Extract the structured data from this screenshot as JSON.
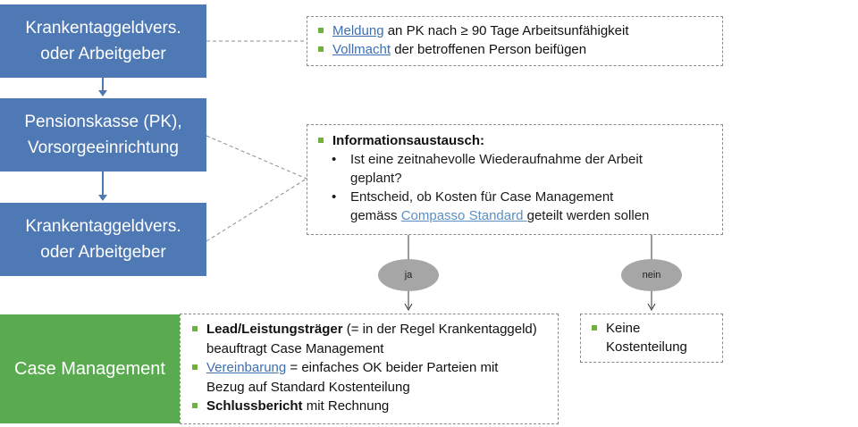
{
  "boxes": {
    "insurer_top": [
      "Krankentaggeldvers.",
      "oder Arbeitgeber"
    ],
    "pension_fund": [
      "Pensionskasse (PK),",
      "Vorsorgeeinrichtung"
    ],
    "insurer_bottom": [
      "Krankentaggeldvers.",
      "oder Arbeitgeber"
    ],
    "case_management": "Case Management"
  },
  "note_top": {
    "item1": {
      "link": "Meldung",
      "rest": " an PK nach ≥ 90 Tage Arbeitsunfähigkeit"
    },
    "item2": {
      "link": "Vollmacht",
      "rest": " der betroffenen Person beifügen"
    }
  },
  "note_info": {
    "heading": "Informationsaustausch:",
    "bullet_glyph": "•",
    "q1_line1": "Ist eine zeitnahevolle Wiederaufnahme der Arbeit",
    "q1_line2": "geplant?",
    "q2_line1": "Entscheid, ob Kosten für Case Management",
    "q2_pre": "gemäss ",
    "q2_link": "Compasso Standard ",
    "q2_post": "geteilt werden sollen"
  },
  "decisions": {
    "yes": "ja",
    "no": "nein"
  },
  "note_cm": {
    "item1_bold": "Lead/Leistungsträger",
    "item1_rest": " (= in der Regel Krankentaggeld)",
    "item1_line2": "beauftragt Case Management",
    "item2_link": "Vereinbarung",
    "item2_rest": " = einfaches OK beider Parteien mit",
    "item2_line2": "Bezug auf Standard Kostenteilung",
    "item3_bold": "Schlussbericht",
    "item3_rest": " mit Rechnung"
  },
  "note_no": {
    "line1": "Keine",
    "line2": "Kostenteilung"
  },
  "colors": {
    "blue": "#4f79b4",
    "green": "#5aab4f",
    "bullet": "#6fb03e",
    "link": "#3d6fb0"
  }
}
